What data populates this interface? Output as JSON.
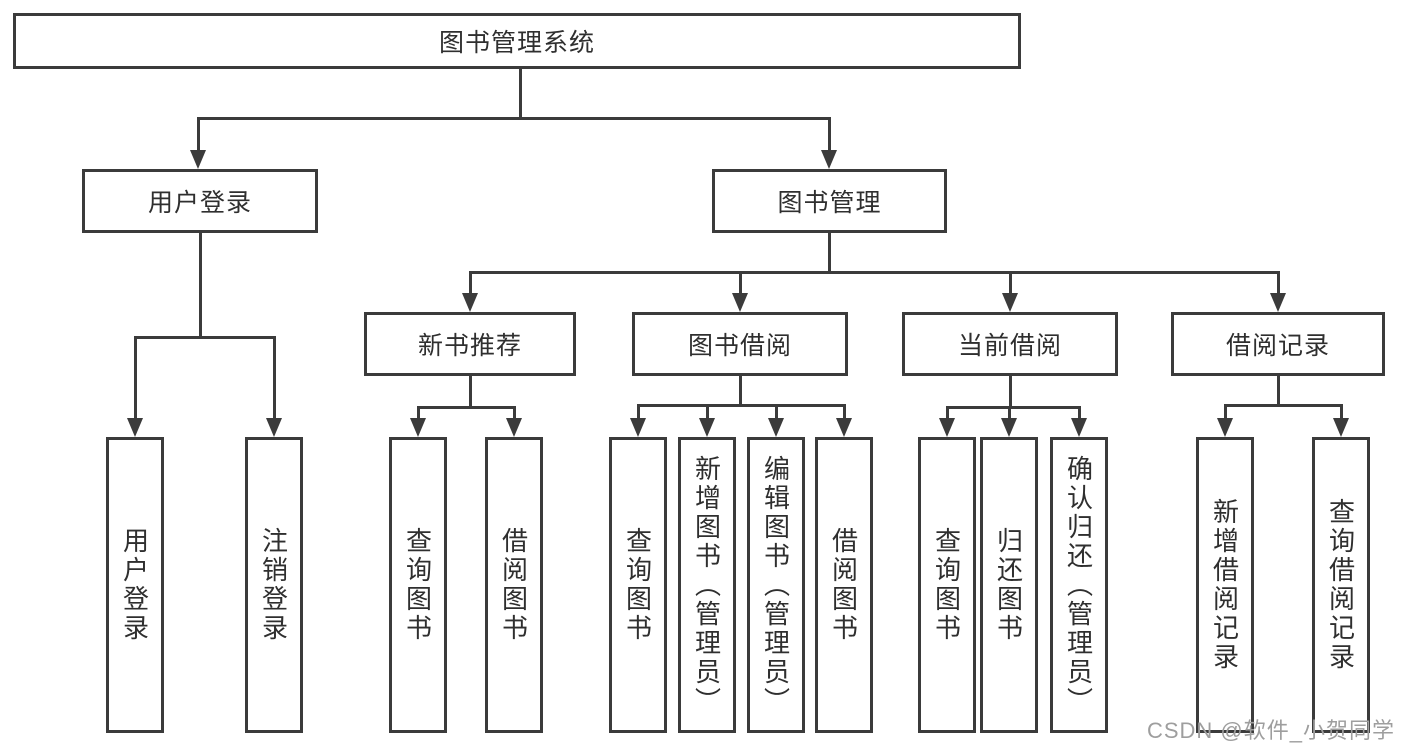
{
  "tree": {
    "label": "图书管理系统",
    "children": [
      {
        "label": "用户登录",
        "children": [
          {
            "label": "用户登录"
          },
          {
            "label": "注销登录"
          }
        ]
      },
      {
        "label": "图书管理",
        "children": [
          {
            "label": "新书推荐",
            "children": [
              {
                "label": "查询图书"
              },
              {
                "label": "借阅图书"
              }
            ]
          },
          {
            "label": "图书借阅",
            "children": [
              {
                "label": "查询图书"
              },
              {
                "label": "新增图书（管理员）"
              },
              {
                "label": "编辑图书（管理员）"
              },
              {
                "label": "借阅图书"
              }
            ]
          },
          {
            "label": "当前借阅",
            "children": [
              {
                "label": "查询图书"
              },
              {
                "label": "归还图书"
              },
              {
                "label": "确认归还（管理员）"
              }
            ]
          },
          {
            "label": "借阅记录",
            "children": [
              {
                "label": "新增借阅记录"
              },
              {
                "label": "查询借阅记录"
              }
            ]
          }
        ]
      }
    ]
  },
  "watermark": {
    "text": "CSDN @软件_小贺同学"
  },
  "colors": {
    "line": "#3b3b3b",
    "box_border": "#3b3b3b",
    "text": "#2f2f2f",
    "background": "#ffffff",
    "watermark": "#9e9e9e"
  }
}
